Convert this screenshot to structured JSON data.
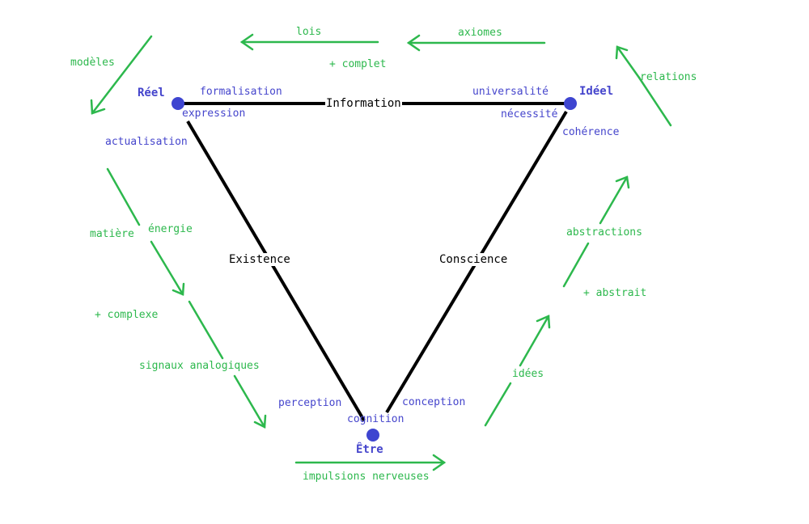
{
  "colors": {
    "green": "#2db84d",
    "blue": "#3e45d0",
    "black": "#000000"
  },
  "nodes": {
    "reel": "Réel",
    "ideel": "Idéel",
    "etre": "Être"
  },
  "edges": {
    "top": "Information",
    "left": "Existence",
    "right": "Conscience"
  },
  "vertex_labels": {
    "formalisation": "formalisation",
    "expression": "expression",
    "actualisation": "actualisation",
    "universalite": "universalité",
    "necessite": "nécessité",
    "coherence": "cohérence",
    "perception": "perception",
    "conception": "conception",
    "cognition": "cognition"
  },
  "flow_labels": {
    "lois": "lois",
    "axiomes": "axiomes",
    "plus_complet": "+ complet",
    "modeles": "modèles",
    "relations": "relations",
    "matiere": "matière",
    "energie": "énergie",
    "plus_complexe": "+ complexe",
    "signaux": "signaux analogiques",
    "impulsions": "impulsions nerveuses",
    "idees": "idées",
    "abstractions": "abstractions",
    "plus_abstrait": "+ abstrait"
  }
}
